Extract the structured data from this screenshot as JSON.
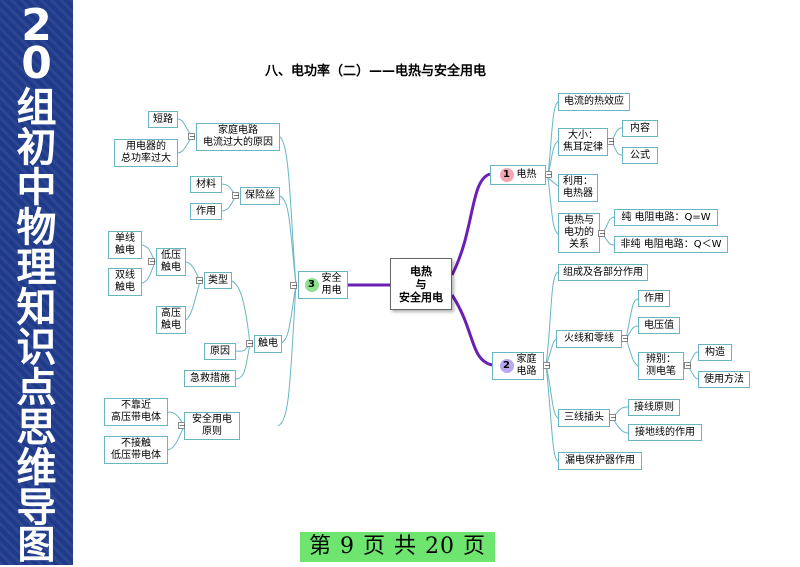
{
  "sidebar": {
    "chars": [
      "2",
      "0",
      "组",
      "初",
      "中",
      "物",
      "理",
      "知",
      "识",
      "点",
      "思",
      "维",
      "导",
      "图"
    ]
  },
  "title": "八、电功率（二）——电热与安全用电",
  "center": {
    "line1": "电热",
    "line2": "与",
    "line3": "安全用电"
  },
  "branches": {
    "b1": {
      "num": "1",
      "label": "电热"
    },
    "b2": {
      "num": "2",
      "line1": "家庭",
      "line2": "电路"
    },
    "b3": {
      "num": "3",
      "line1": "安全",
      "line2": "用电"
    }
  },
  "right": {
    "thermal_effect": "电流的热效应",
    "size": {
      "line1": "大小：",
      "line2": "焦耳定律"
    },
    "content": "内容",
    "formula": "公式",
    "use": {
      "line1": "利用：",
      "line2": "电热器"
    },
    "relation": {
      "line1": "电热与",
      "line2": "电功的",
      "line3": "关系"
    },
    "pure": "纯 电阻电路：Q=W",
    "nonpure": "非纯 电阻电路：Q＜W",
    "composition": "组成及各部分作用",
    "fire_zero": "火线和零线",
    "function": "作用",
    "voltage": "电压值",
    "identify": {
      "line1": "辨别：",
      "line2": "测电笔"
    },
    "structure": "构造",
    "usage": "使用方法",
    "three_hole": "三线插头",
    "wiring_principle": "接线原则",
    "ground_function": "接地线的作用",
    "leakage": "漏电保护器作用"
  },
  "left": {
    "overcurrent": {
      "line1": "家庭电路",
      "line2": "电流过大的原因"
    },
    "short": "短路",
    "overload": {
      "line1": "用电器的",
      "line2": "总功率过大"
    },
    "fuse": "保险丝",
    "material": "材料",
    "fuse_function": "作用",
    "shock": "触电",
    "types": "类型",
    "low_voltage": {
      "line1": "低压",
      "line2": "触电"
    },
    "single_wire": {
      "line1": "单线",
      "line2": "触电"
    },
    "double_wire": {
      "line1": "双线",
      "line2": "触电"
    },
    "high_voltage": {
      "line1": "高压",
      "line2": "触电"
    },
    "cause": "原因",
    "rescue": "急救措施",
    "principle": {
      "line1": "安全用电",
      "line2": "原则"
    },
    "no_near": {
      "line1": "不靠近",
      "line2": "高压带电体"
    },
    "no_touch": {
      "line1": "不接触",
      "line2": "低压带电体"
    }
  },
  "footer": "第 9 页 共 20 页",
  "colors": {
    "sidebar": "#1f3a8a",
    "line": "#6ab5c4",
    "branch_curve": "#6a1fb5",
    "badge1": "#f4a6b0",
    "badge2": "#b9a7ef",
    "badge3": "#8ee08e",
    "footer": "#6ee56e"
  }
}
